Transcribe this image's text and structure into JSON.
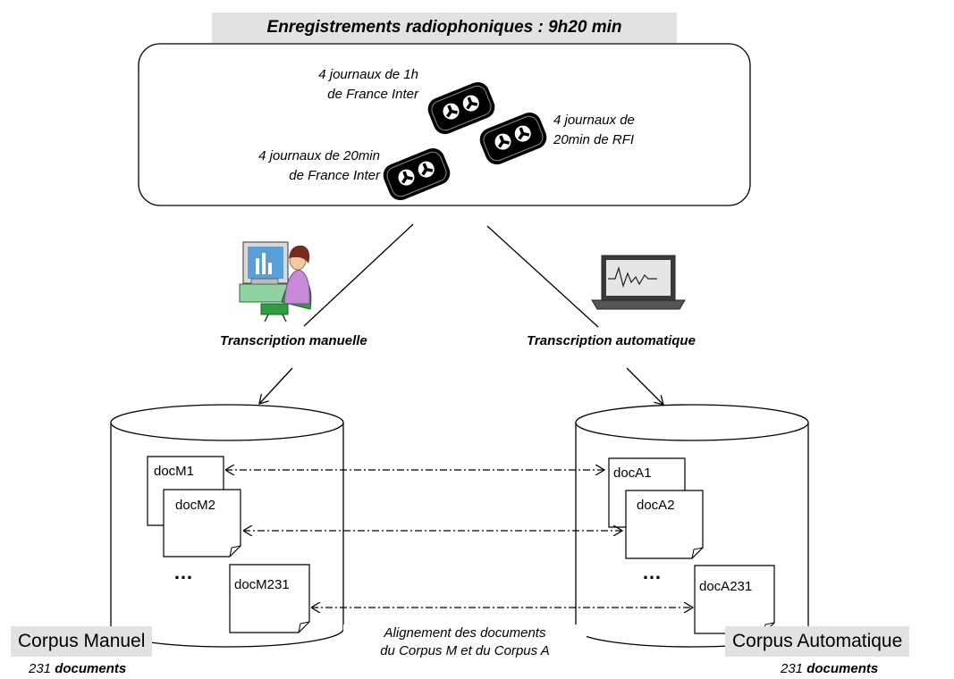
{
  "header": {
    "title": "Enregistrements radiophoniques : 9h20 min"
  },
  "sources": {
    "fi_1h_line1": "4 journaux de 1h",
    "fi_1h_line2": "de France Inter",
    "rfi_line1": "4 journaux de",
    "rfi_line2": "20min de RFI",
    "fi_20_line1": "4 journaux de 20min",
    "fi_20_line2": "de France Inter"
  },
  "transcription": {
    "manual": "Transcription manuelle",
    "automatic": "Transcription automatique"
  },
  "corpus_manual": {
    "docs": [
      "docM1",
      "docM2",
      "docM231"
    ],
    "ellipsis": "…",
    "name": "Corpus Manuel",
    "count_number": "231",
    "count_word": "documents"
  },
  "corpus_auto": {
    "docs": [
      "docA1",
      "docA2",
      "docA231"
    ],
    "ellipsis": "…",
    "name": "Corpus Automatique",
    "count_number": "231",
    "count_word": "documents"
  },
  "alignment": {
    "line1": "Alignement des documents",
    "line2": "du Corpus M et du Corpus A"
  },
  "colors": {
    "label_background": "#e2e2e2",
    "line": "#000000",
    "monitor_screen": "#5aa0d8",
    "person_shirt": "#c68ad8",
    "chair": "#2f9e3f",
    "desk": "#8fd3a0"
  }
}
